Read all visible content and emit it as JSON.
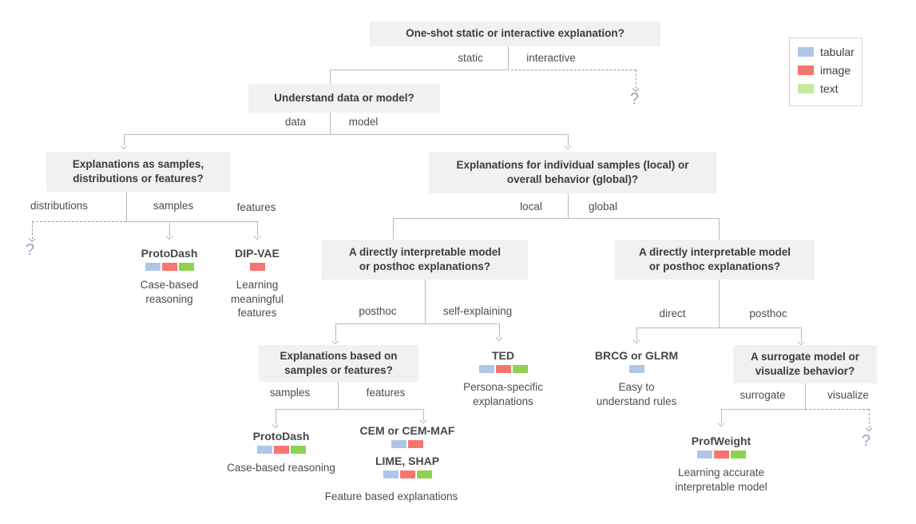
{
  "legend": {
    "items": [
      {
        "label": "tabular",
        "modality": "tabular"
      },
      {
        "label": "image",
        "modality": "image"
      },
      {
        "label": "text",
        "modality": "text_legend"
      }
    ]
  },
  "colors": {
    "tabular": "#aec7e8",
    "image": "#f6756f",
    "text_legend": "#c7e9a2",
    "text": "#8ed24f",
    "question_mark": "#8ca6cc",
    "question_box_bg": "#f1f1f1",
    "line": "#b7babc"
  },
  "questions": {
    "root": "One-shot static or interactive explanation?",
    "data_model": "Understand data or model?",
    "samples_dist_features": "Explanations as samples,\ndistributions or features?",
    "local_global": "Explanations for individual samples (local) or\noverall behavior (global)?",
    "local_interpretable": "A directly interpretable model\nor posthoc explanations?",
    "global_interpretable": "A directly interpretable model\nor posthoc explanations?",
    "samples_features": "Explanations based on\nsamples or features?",
    "surrogate_visualize": "A surrogate model or\nvisualize behavior?"
  },
  "branches": {
    "static": "static",
    "interactive": "interactive",
    "data": "data",
    "model": "model",
    "distributions": "distributions",
    "samples": "samples",
    "features": "features",
    "local": "local",
    "global": "global",
    "posthoc_local": "posthoc",
    "self_explaining": "self-explaining",
    "samples2": "samples",
    "features2": "features",
    "direct": "direct",
    "posthoc_global": "posthoc",
    "surrogate": "surrogate",
    "visualize": "visualize"
  },
  "methods": {
    "protodash_data": {
      "name": "ProtoDash",
      "caption": "Case-based\nreasoning",
      "modalities": [
        "tabular",
        "image",
        "text"
      ]
    },
    "dip_vae": {
      "name": "DIP-VAE",
      "caption": "Learning\nmeaningful\nfeatures",
      "modalities": [
        "image"
      ]
    },
    "ted": {
      "name": "TED",
      "caption": "Persona-specific\nexplanations",
      "modalities": [
        "tabular",
        "image",
        "text"
      ]
    },
    "protodash_local": {
      "name": "ProtoDash",
      "caption": "Case-based reasoning",
      "modalities": [
        "tabular",
        "image",
        "text"
      ]
    },
    "cem": {
      "name": "CEM or CEM-MAF",
      "modalities": [
        "tabular",
        "image"
      ]
    },
    "lime_shap": {
      "name": "LIME, SHAP",
      "modalities": [
        "tabular",
        "image",
        "text"
      ]
    },
    "feature_group_caption": "Feature based explanations",
    "brcg": {
      "name": "BRCG or GLRM",
      "caption": "Easy to\nunderstand rules",
      "modalities": [
        "tabular"
      ]
    },
    "profweight": {
      "name": "ProfWeight",
      "caption": "Learning accurate\ninterpretable model",
      "modalities": [
        "tabular",
        "image",
        "text"
      ]
    }
  },
  "unknown": {
    "marker": "?"
  }
}
